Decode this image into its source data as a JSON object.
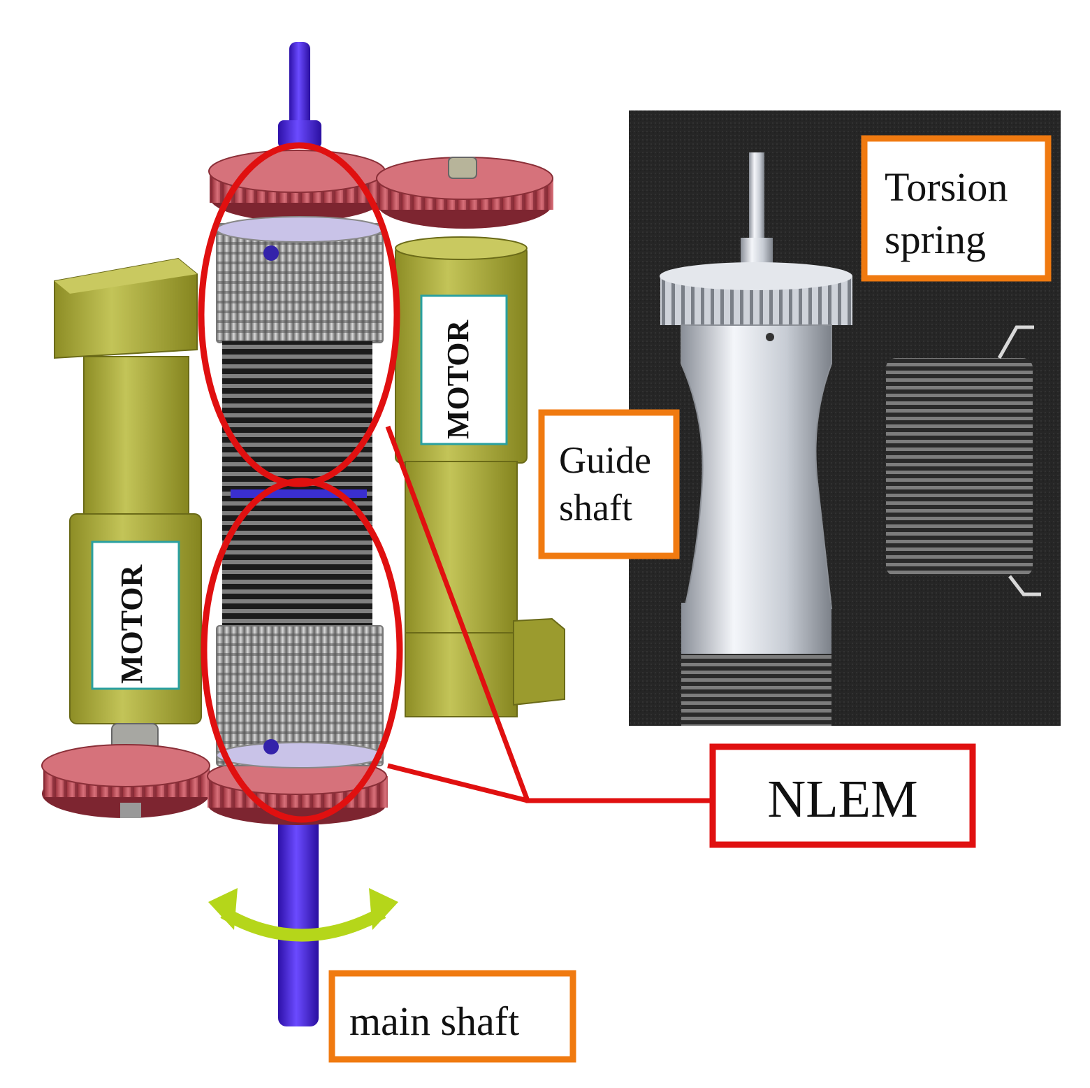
{
  "labels": {
    "torsion_line1": "Torsion",
    "torsion_line2": "spring",
    "guide_line1": "Guide",
    "guide_line2": "shaft",
    "nlem": "NLEM",
    "main_shaft": "main shaft",
    "motor_left": "MOTOR",
    "motor_right": "MOTOR"
  },
  "colors": {
    "shaft": "#4b1fe0",
    "gear": "#c4505a",
    "motor": "#a9a93a",
    "highlight_red": "#e01010",
    "callout_orange": "#f07a10",
    "rotation_arrow": "#b5d61a",
    "photo_bg": "#262626"
  },
  "icons": {
    "rotation": "curved-double-arrow-icon"
  }
}
